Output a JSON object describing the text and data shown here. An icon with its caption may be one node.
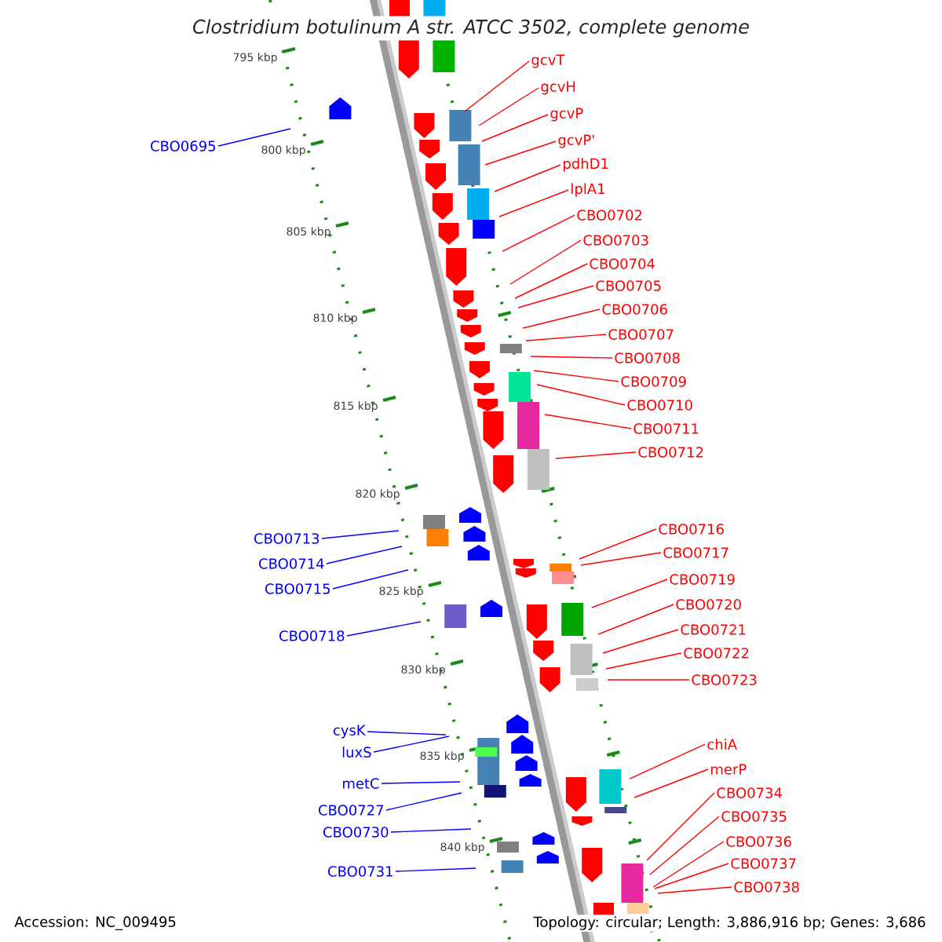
{
  "diagram": {
    "title": "Clostridium botulinum A str. ATCC 3502, complete genome",
    "nodes": [
      {
        "text": [
          "gcvT"
        ]
      },
      {
        "text": [
          "gcvH"
        ]
      },
      {
        "text": [
          "gcvP"
        ]
      },
      {
        "text": [
          "gcvP'"
        ]
      },
      {
        "text": [
          "pdhD1"
        ]
      },
      {
        "text": [
          "lplA1"
        ]
      },
      {
        "text": [
          "CBO0702"
        ]
      },
      {
        "text": [
          "CBO0703"
        ]
      },
      {
        "text": [
          "CBO0704"
        ]
      },
      {
        "text": [
          "CBO0705"
        ]
      },
      {
        "text": [
          "CBO0706"
        ]
      },
      {
        "text": [
          "CBO0707"
        ]
      },
      {
        "text": [
          "CBO0708"
        ]
      },
      {
        "text": [
          "CBO0709"
        ]
      },
      {
        "text": [
          "CBO0710"
        ]
      },
      {
        "text": [
          "CBO0711"
        ]
      },
      {
        "text": [
          "CBO0712"
        ]
      },
      {
        "text": [
          "CBO0716"
        ]
      },
      {
        "text": [
          "CBO0717"
        ]
      },
      {
        "text": [
          "CBO0719"
        ]
      },
      {
        "text": [
          "CBO0720"
        ]
      },
      {
        "text": [
          "CBO0721"
        ]
      },
      {
        "text": [
          "CBO0722"
        ]
      },
      {
        "text": [
          "CBO0723"
        ]
      },
      {
        "text": [
          "chiA"
        ]
      },
      {
        "text": [
          "merP"
        ]
      },
      {
        "text": [
          "CBO0734"
        ]
      },
      {
        "text": [
          "CBO0735"
        ]
      },
      {
        "text": [
          "CBO0736"
        ]
      },
      {
        "text": [
          "CBO0737"
        ]
      },
      {
        "text": [
          "CBO0738"
        ]
      },
      {
        "text": [
          "CBO0695"
        ]
      },
      {
        "text": [
          "CBO0713"
        ]
      },
      {
        "text": [
          "CBO0714"
        ]
      },
      {
        "text": [
          "CBO0715"
        ]
      },
      {
        "text": [
          "CBO0718"
        ]
      },
      {
        "text": [
          "cysK"
        ]
      },
      {
        "text": [
          "luxS"
        ]
      },
      {
        "text": [
          "metC"
        ]
      },
      {
        "text": [
          "CBO0727"
        ]
      },
      {
        "text": [
          "CBO0730"
        ]
      },
      {
        "text": [
          "CBO0731"
        ]
      }
    ],
    "edges": [
      {
        "from": 0,
        "to": null,
        "arrow": "none"
      },
      {
        "from": 1,
        "to": null,
        "arrow": "none"
      },
      {
        "from": 2,
        "to": null,
        "arrow": "none"
      },
      {
        "from": 3,
        "to": null,
        "arrow": "none"
      },
      {
        "from": 4,
        "to": null,
        "arrow": "none"
      },
      {
        "from": 5,
        "to": null,
        "arrow": "none"
      },
      {
        "from": 6,
        "to": null,
        "arrow": "none"
      },
      {
        "from": 7,
        "to": null,
        "arrow": "none"
      },
      {
        "from": 8,
        "to": null,
        "arrow": "none"
      },
      {
        "from": 9,
        "to": null,
        "arrow": "none"
      },
      {
        "from": 10,
        "to": null,
        "arrow": "none"
      },
      {
        "from": 11,
        "to": null,
        "arrow": "none"
      },
      {
        "from": 12,
        "to": null,
        "arrow": "none"
      },
      {
        "from": 13,
        "to": null,
        "arrow": "none"
      },
      {
        "from": 14,
        "to": null,
        "arrow": "none"
      },
      {
        "from": 15,
        "to": null,
        "arrow": "none"
      },
      {
        "from": 16,
        "to": null,
        "arrow": "none"
      },
      {
        "from": 17,
        "to": null,
        "arrow": "none"
      },
      {
        "from": 18,
        "to": null,
        "arrow": "none"
      },
      {
        "from": 19,
        "to": null,
        "arrow": "none"
      },
      {
        "from": 20,
        "to": null,
        "arrow": "none"
      },
      {
        "from": 21,
        "to": null,
        "arrow": "none"
      },
      {
        "from": 22,
        "to": null,
        "arrow": "none"
      },
      {
        "from": 23,
        "to": null,
        "arrow": "none"
      },
      {
        "from": 24,
        "to": null,
        "arrow": "none"
      },
      {
        "from": 25,
        "to": null,
        "arrow": "none"
      },
      {
        "from": 26,
        "to": null,
        "arrow": "none"
      },
      {
        "from": 27,
        "to": null,
        "arrow": "none"
      },
      {
        "from": 28,
        "to": null,
        "arrow": "none"
      },
      {
        "from": 29,
        "to": null,
        "arrow": "none"
      },
      {
        "from": 30,
        "to": null,
        "arrow": "none"
      },
      {
        "from": 31,
        "to": null,
        "arrow": "none",
        "color": "#0000ff"
      },
      {
        "from": 32,
        "to": null,
        "arrow": "none",
        "color": "#0000ff"
      },
      {
        "from": 33,
        "to": null,
        "arrow": "none",
        "color": "#0000ff"
      },
      {
        "from": 34,
        "to": null,
        "arrow": "none",
        "color": "#0000ff"
      },
      {
        "from": 35,
        "to": null,
        "arrow": "none",
        "color": "#0000ff"
      },
      {
        "from": 36,
        "to": null,
        "arrow": "none",
        "color": "#0000ff"
      },
      {
        "from": 37,
        "to": null,
        "arrow": "none",
        "color": "#0000ff"
      },
      {
        "from": 38,
        "to": null,
        "arrow": "none",
        "color": "#0000ff"
      },
      {
        "from": 39,
        "to": null,
        "arrow": "none",
        "color": "#0000ff"
      },
      {
        "from": 40,
        "to": null,
        "arrow": "none",
        "color": "#0000ff"
      },
      {
        "from": 41,
        "to": null,
        "arrow": "none",
        "color": "#0000ff"
      }
    ],
    "labels": [
      "795 kbp",
      "800 kbp",
      "805 kbp",
      "810 kbp",
      "815 kbp",
      "820 kbp",
      "825 kbp",
      "830 kbp",
      "835 kbp",
      "840 kbp",
      "Accession: NC_009495",
      "Topology: circular; Length: 3,886,916 bp; Genes: 3,686"
    ]
  }
}
